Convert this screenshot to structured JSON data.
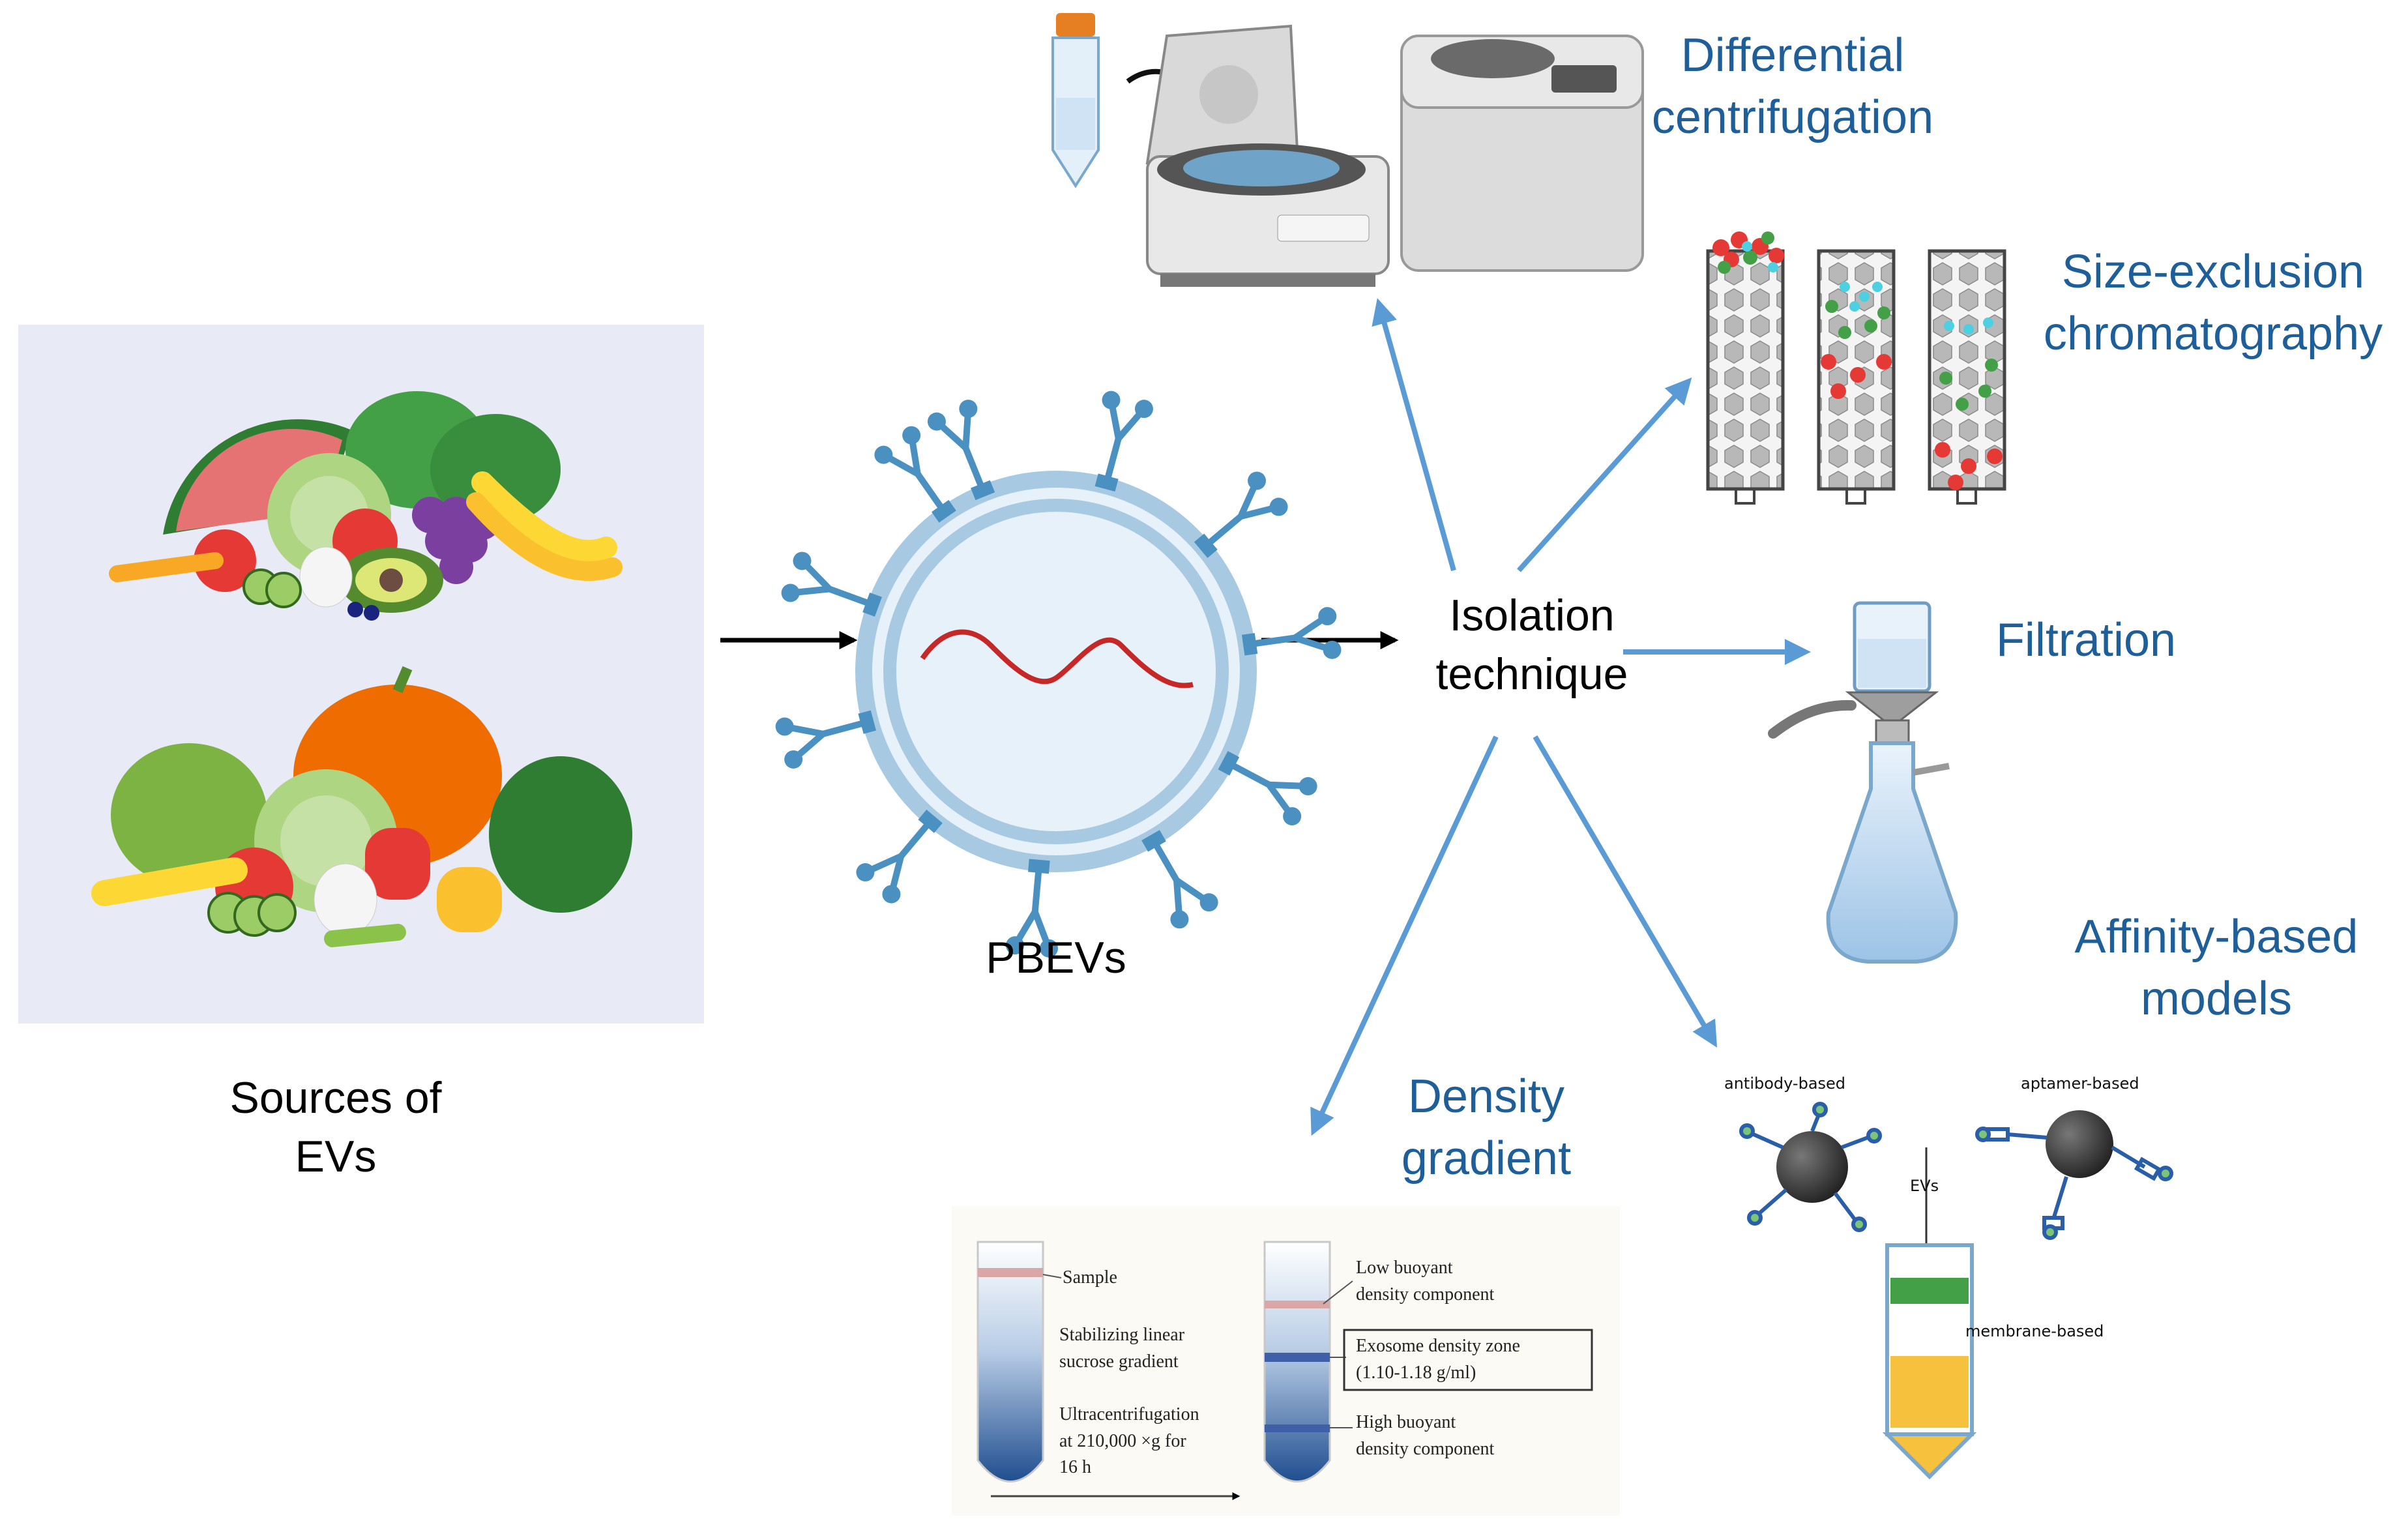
{
  "labels": {
    "sources": [
      "Sources of",
      "EVs"
    ],
    "pbevs": "PBEVs",
    "isolation": [
      "Isolation",
      "technique"
    ]
  },
  "methods": {
    "differential_centrifugation": [
      "Differential",
      "centrifugation"
    ],
    "size_exclusion": [
      "Size-exclusion",
      "chromatography"
    ],
    "filtration": "Filtration",
    "affinity": [
      "Affinity-based",
      "models"
    ],
    "density_gradient": [
      "Density",
      "gradient"
    ]
  },
  "affinity_panel": {
    "antibody": "antibody-based",
    "aptamer": "aptamer-based",
    "evs": "EVs",
    "membrane": "membrane-based"
  },
  "density_panel": {
    "sample": "Sample",
    "stabilizing": [
      "Stabilizing linear",
      "sucrose gradient"
    ],
    "ultra": [
      "Ultracentrifugation",
      "at 210,000 ×g for",
      "16 h"
    ],
    "low": [
      "Low buoyant",
      "density component"
    ],
    "exosome": [
      "Exosome density zone",
      "(1.10-1.18 g/ml)"
    ],
    "high": [
      "High buoyant",
      "density component"
    ]
  },
  "colors": {
    "method_text": "#1f5f99",
    "arrow_blue": "#5b9bd5",
    "vesicle_blue": "#4a90c0",
    "rna_red": "#c62828",
    "panel_bg": "#e8eaf6"
  }
}
